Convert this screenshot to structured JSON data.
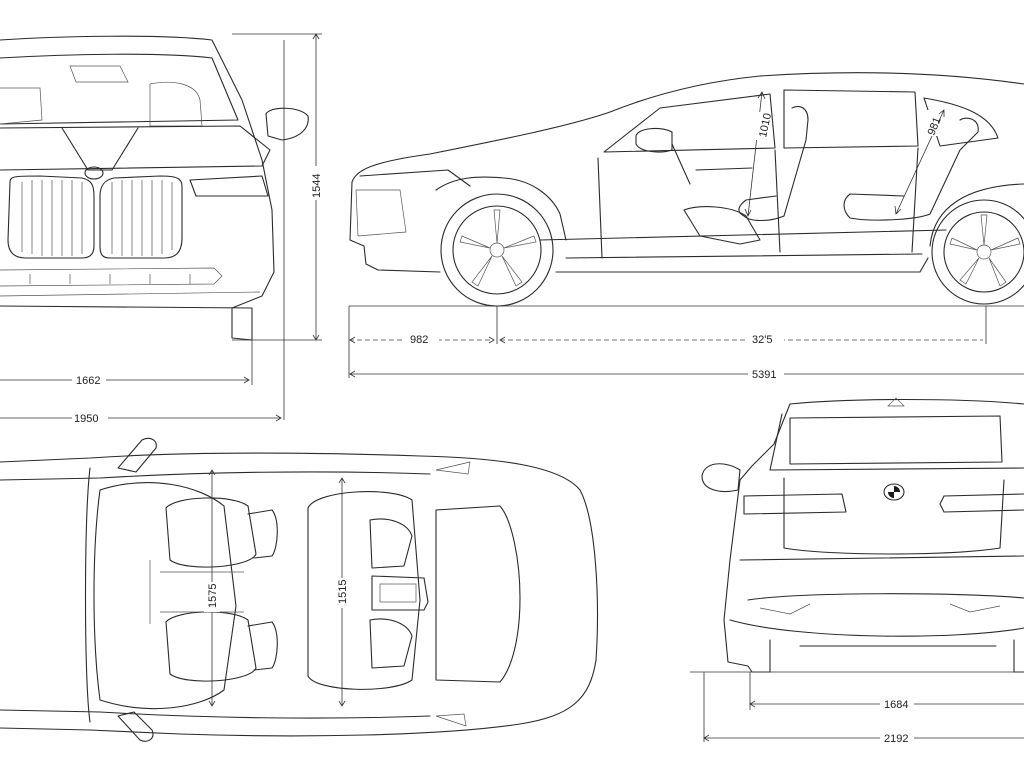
{
  "dimensions": {
    "track_front": "1662",
    "width_with_mirrors_front": "1950",
    "height": "1544",
    "front_overhang": "982",
    "wheelbase": "32'5",
    "length": "5391",
    "front_head_room": "1010",
    "rear_head_room": "981",
    "front_shoulder_width": "1575",
    "rear_shoulder_width": "1515",
    "track_rear": "1684",
    "width_with_mirrors_rear": "2192"
  },
  "colors": {
    "line": "#2b2b2b",
    "background": "#ffffff"
  }
}
